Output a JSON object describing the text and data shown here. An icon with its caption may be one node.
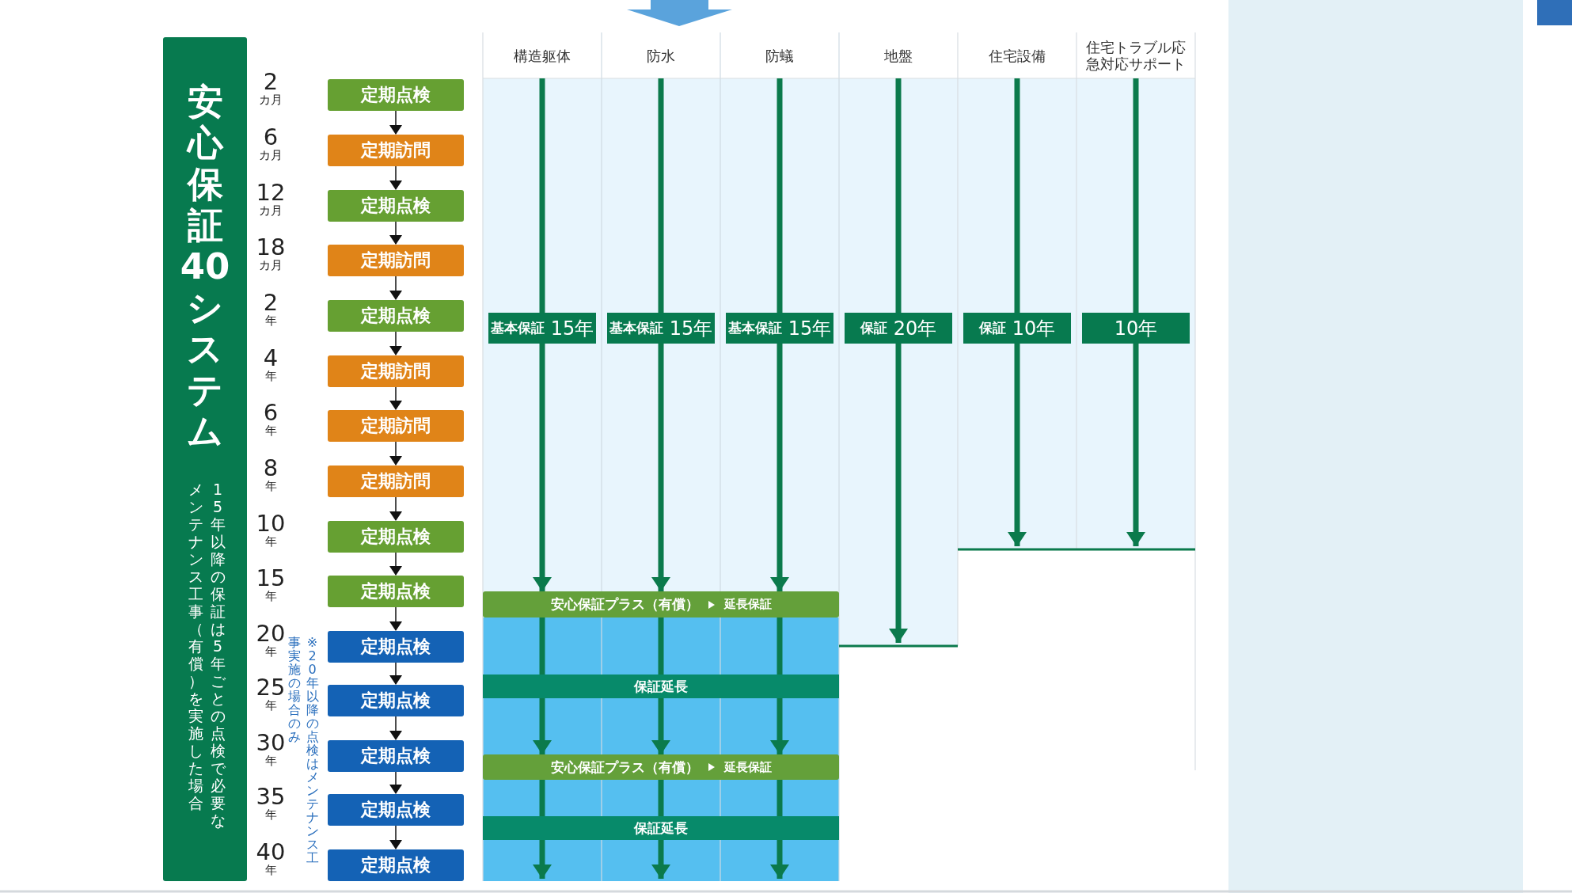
{
  "diagram": {
    "nodes": [
      {
        "text": [
          "安心保証40システム",
          "15年以降の保証は5年ごとの点検で必要なメンテナンス工事（有償）を実施した場合"
        ]
      },
      {
        "text": [
          "定期点検"
        ],
        "beside": [
          "2",
          "カ月"
        ]
      },
      {
        "text": [
          "定期訪問"
        ],
        "beside": [
          "6",
          "カ月"
        ]
      },
      {
        "text": [
          "定期点検"
        ],
        "beside": [
          "12",
          "カ月"
        ]
      },
      {
        "text": [
          "定期訪問"
        ],
        "beside": [
          "18",
          "カ月"
        ]
      },
      {
        "text": [
          "定期点検"
        ],
        "beside": [
          "2",
          "年"
        ]
      },
      {
        "text": [
          "定期訪問"
        ],
        "beside": [
          "4",
          "年"
        ]
      },
      {
        "text": [
          "定期訪問"
        ],
        "beside": [
          "6",
          "年"
        ]
      },
      {
        "text": [
          "定期訪問"
        ],
        "beside": [
          "8",
          "年"
        ]
      },
      {
        "text": [
          "定期点検"
        ],
        "beside": [
          "10",
          "年"
        ]
      },
      {
        "text": [
          "定期点検"
        ],
        "beside": [
          "15",
          "年"
        ]
      },
      {
        "text": [
          "定期点検"
        ],
        "beside": [
          "20",
          "年"
        ]
      },
      {
        "text": [
          "定期点検"
        ],
        "beside": [
          "25",
          "年"
        ]
      },
      {
        "text": [
          "定期点検"
        ],
        "beside": [
          "30",
          "年"
        ]
      },
      {
        "text": [
          "定期点検"
        ],
        "beside": [
          "35",
          "年"
        ]
      },
      {
        "text": [
          "定期点検"
        ],
        "beside": [
          "40",
          "年"
        ]
      },
      {
        "text": [
          "構造躯体"
        ]
      },
      {
        "text": [
          "防水"
        ]
      },
      {
        "text": [
          "防蟻"
        ]
      },
      {
        "text": [
          "地盤"
        ]
      },
      {
        "text": [
          "住宅設備"
        ]
      },
      {
        "text": [
          "住宅トラブル応急対応サポート"
        ]
      },
      {
        "text": [
          "基本保証",
          "15年"
        ]
      },
      {
        "text": [
          "基本保証",
          "15年"
        ]
      },
      {
        "text": [
          "基本保証",
          "15年"
        ]
      },
      {
        "text": [
          "保証",
          "20年"
        ]
      },
      {
        "text": [
          "保証",
          "10年"
        ]
      },
      {
        "text": [
          "10年"
        ]
      },
      {
        "text": [
          "安心保証プラス（有償）",
          "延長保証"
        ]
      },
      {
        "text": [
          "保証延長"
        ]
      },
      {
        "text": [
          "安心保証プラス（有償）",
          "延長保証"
        ]
      },
      {
        "text": [
          "保証延長"
        ]
      }
    ],
    "edges": [
      {
        "from": 1,
        "to": 2,
        "arrow": "to",
        "color": "#111111"
      },
      {
        "from": 2,
        "to": 3,
        "arrow": "to",
        "color": "#111111"
      },
      {
        "from": 3,
        "to": 4,
        "arrow": "to",
        "color": "#111111"
      },
      {
        "from": 4,
        "to": 5,
        "arrow": "to",
        "color": "#111111"
      },
      {
        "from": 5,
        "to": 6,
        "arrow": "to",
        "color": "#111111"
      },
      {
        "from": 6,
        "to": 7,
        "arrow": "to",
        "color": "#111111"
      },
      {
        "from": 7,
        "to": 8,
        "arrow": "to",
        "color": "#111111"
      },
      {
        "from": 8,
        "to": 9,
        "arrow": "to",
        "color": "#111111"
      },
      {
        "from": 9,
        "to": 10,
        "arrow": "to",
        "color": "#111111"
      },
      {
        "from": 10,
        "to": 11,
        "arrow": "to",
        "color": "#111111"
      },
      {
        "from": 11,
        "to": 12,
        "arrow": "to",
        "color": "#111111"
      },
      {
        "from": 12,
        "to": 13,
        "arrow": "to",
        "color": "#111111"
      },
      {
        "from": 13,
        "to": 14,
        "arrow": "to",
        "color": "#111111"
      },
      {
        "from": 14,
        "to": 15,
        "arrow": "to",
        "color": "#111111"
      },
      {
        "from": 16,
        "to": 22,
        "arrow": "none"
      },
      {
        "from": 17,
        "to": 23,
        "arrow": "none"
      },
      {
        "from": 18,
        "to": 24,
        "arrow": "none"
      },
      {
        "from": 19,
        "to": 25,
        "arrow": "none"
      },
      {
        "from": 20,
        "to": 26,
        "arrow": "none"
      },
      {
        "from": 21,
        "to": 27,
        "arrow": "none"
      },
      {
        "from": 22,
        "to": 28,
        "arrow": "to"
      },
      {
        "from": 23,
        "to": 28,
        "arrow": "to"
      },
      {
        "from": 24,
        "to": 28,
        "arrow": "to"
      },
      {
        "from": 25,
        "to": null,
        "arrow": "to"
      },
      {
        "from": 26,
        "to": null,
        "arrow": "to"
      },
      {
        "from": 27,
        "to": null,
        "arrow": "to"
      },
      {
        "from": 28,
        "to": 29,
        "arrow": "none"
      },
      {
        "from": 28,
        "to": 29,
        "arrow": "none"
      },
      {
        "from": 28,
        "to": 29,
        "arrow": "none"
      },
      {
        "from": 29,
        "to": 30,
        "arrow": "to"
      },
      {
        "from": 29,
        "to": 30,
        "arrow": "to"
      },
      {
        "from": 29,
        "to": 30,
        "arrow": "to"
      },
      {
        "from": 30,
        "to": 31,
        "arrow": "none"
      },
      {
        "from": 30,
        "to": 31,
        "arrow": "none"
      },
      {
        "from": 30,
        "to": 31,
        "arrow": "none"
      },
      {
        "from": 31,
        "to": null,
        "arrow": "to"
      },
      {
        "from": 31,
        "to": null,
        "arrow": "to"
      },
      {
        "from": 31,
        "to": null,
        "arrow": "to"
      }
    ],
    "labels": [
      "※20年以降の点検はメンテナンス工事実施の場合のみ"
    ]
  }
}
